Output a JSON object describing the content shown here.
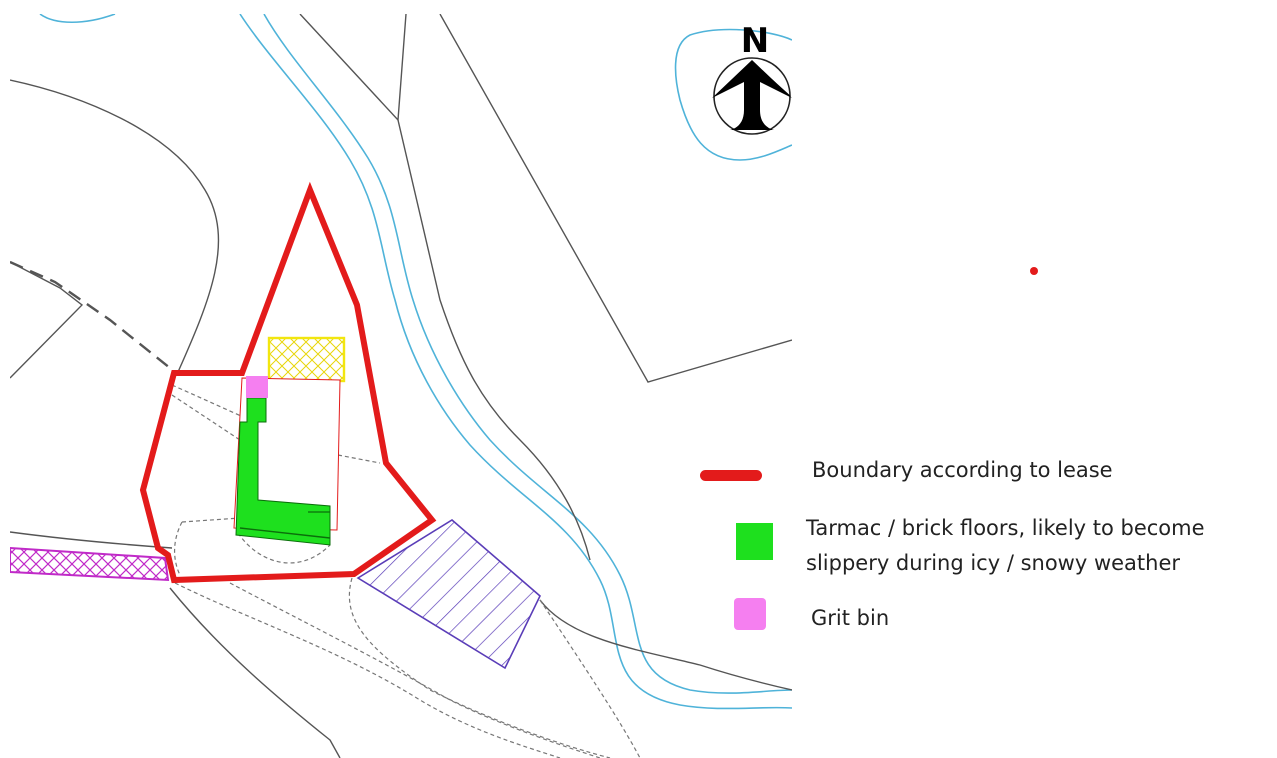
{
  "north_label": "N",
  "legend": {
    "boundary": {
      "label": "Boundary according to lease",
      "color": "#e31b1b"
    },
    "tarmac": {
      "line1": "Tarmac / brick floors, likely to become",
      "line2": "slippery during icy / snowy weather",
      "color": "#1ee01e"
    },
    "grit_bin": {
      "label": "Grit bin",
      "color": "#f57ff0"
    }
  },
  "colors": {
    "water": "#4fb3d9",
    "road": "#555555",
    "path_dashed": "#666666",
    "hatch_yellow": "#f2e60f",
    "hatch_purple": "#5a3db8",
    "hatch_magenta": "#c02ac8"
  },
  "icons": [
    "north-arrow-icon"
  ]
}
